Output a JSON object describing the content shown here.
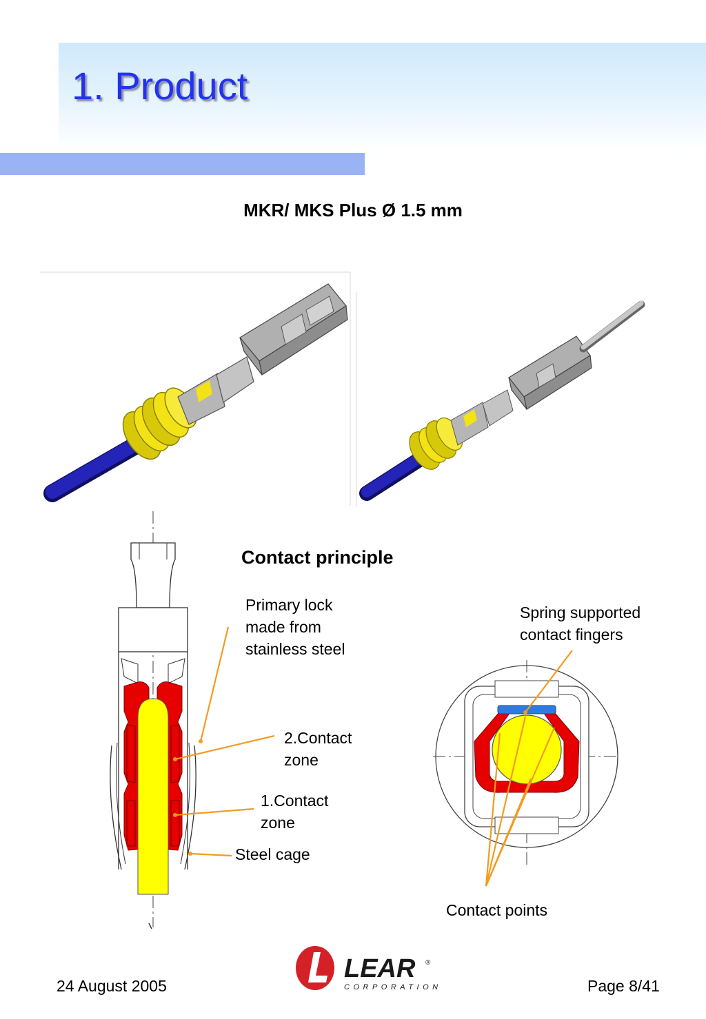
{
  "slide": {
    "title": "1. Product",
    "subtitle": "MKR/ MKS Plus Ø 1.5 mm",
    "section_title": "Contact principle"
  },
  "labels": {
    "primary_lock": [
      "Primary lock",
      "made from",
      "stainless steel"
    ],
    "contact_zone_2": [
      "2.Contact",
      "zone"
    ],
    "contact_zone_1": [
      "1.Contact",
      "zone"
    ],
    "steel_cage": "Steel cage",
    "spring_fingers": [
      "Spring supported",
      "contact fingers"
    ],
    "contact_points": "Contact points"
  },
  "footer": {
    "date": "24 August 2005",
    "page": "Page 8/41"
  },
  "logo": {
    "brand": "LEAR",
    "sub": "CORPORATION",
    "reg": "®",
    "color": "#d42027"
  },
  "colors": {
    "title": "#2233ee",
    "accent_bar": "#99b3f5",
    "leader": "#f49a1f",
    "spring": "#e60000",
    "pin": "#ffff00",
    "cable": "#1a1aa8",
    "seal": "#f2e216"
  }
}
